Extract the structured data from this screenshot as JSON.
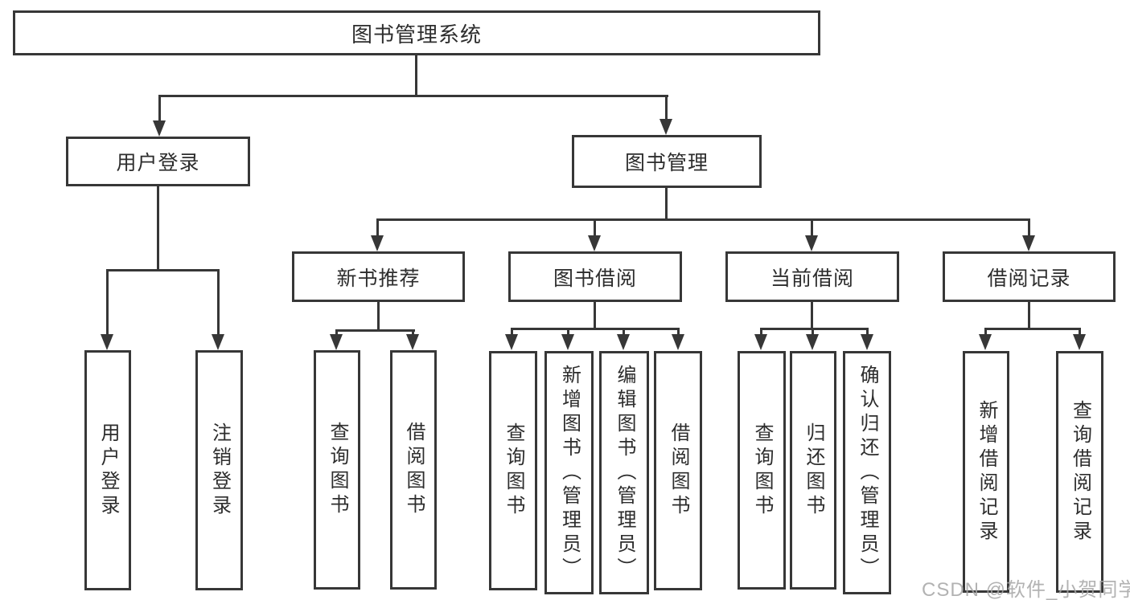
{
  "root": {
    "label": "图书管理系统"
  },
  "branches": {
    "user_login": {
      "label": "用户登录",
      "children": {
        "login": "用户登录",
        "logout": "注销登录"
      }
    },
    "book_mgmt": {
      "label": "图书管理",
      "children": {
        "new_rec": {
          "label": "新书推荐",
          "children": {
            "query": "查询图书",
            "borrow": "借阅图书"
          }
        },
        "book_borrow": {
          "label": "图书借阅",
          "children": {
            "query": "查询图书",
            "add": "新增图书（管理员）",
            "edit": "编辑图书（管理员）",
            "borrow": "借阅图书"
          }
        },
        "current_borrow": {
          "label": "当前借阅",
          "children": {
            "query": "查询图书",
            "return": "归还图书",
            "confirm": "确认归还（管理员）"
          }
        },
        "borrow_records": {
          "label": "借阅记录",
          "children": {
            "add": "新增借阅记录",
            "query": "查询借阅记录"
          }
        }
      }
    }
  },
  "watermark": "CSDN @软件_小贺同学",
  "colors": {
    "line": "#373737",
    "text": "#2d2d2d",
    "background": "#ffffff",
    "watermark": "#a5a5a5"
  }
}
